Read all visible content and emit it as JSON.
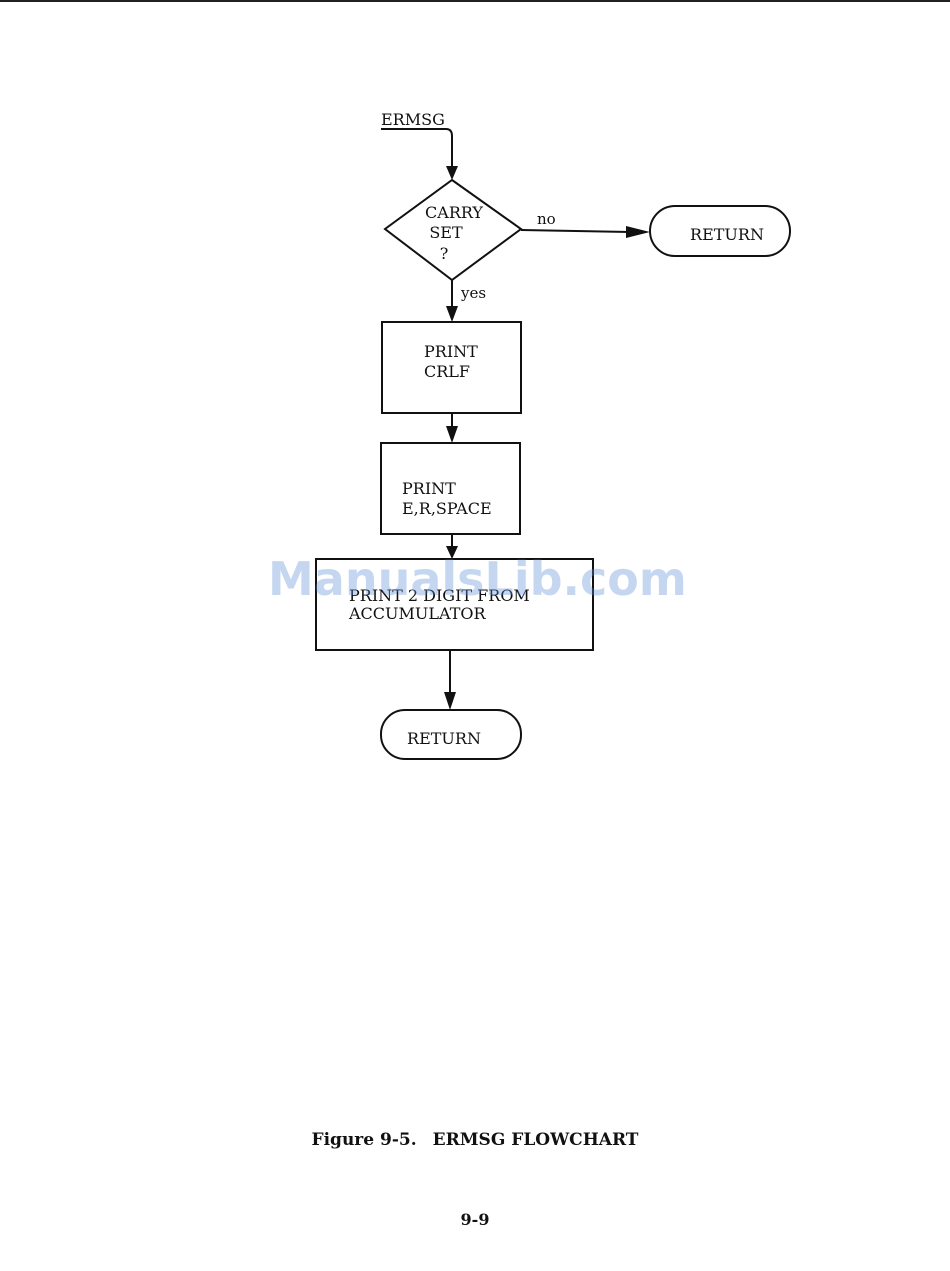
{
  "flowchart": {
    "entry_label": "ERMSG",
    "decision": {
      "line1": "CARRY",
      "line2": "SET",
      "line3": "?"
    },
    "branch_no": "no",
    "branch_yes": "yes",
    "terminal_right": "RETURN",
    "process1": {
      "line1": "PRINT",
      "line2": "CRLF"
    },
    "process2": {
      "line1": "PRINT",
      "line2": "E,R,SPACE"
    },
    "process3": {
      "line1": "PRINT 2 DIGIT FROM",
      "line2": "ACCUMULATOR"
    },
    "terminal_bottom": "RETURN"
  },
  "watermark": "ManualsLib.com",
  "caption": {
    "figure": "Figure 9-5.",
    "title": "ERMSG FLOWCHART"
  },
  "page_number": "9-9"
}
